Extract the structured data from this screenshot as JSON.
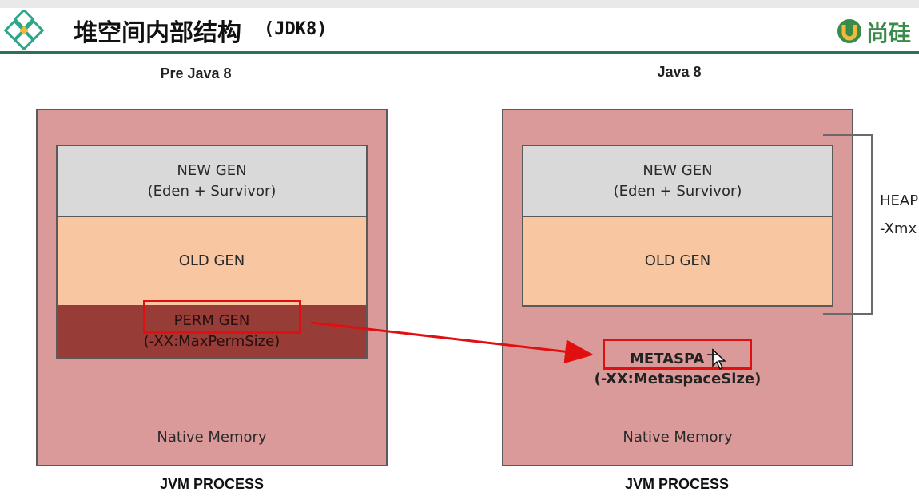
{
  "header": {
    "title": "堆空间内部结构",
    "title_suffix": "(JDK8)",
    "brand": "尚硅"
  },
  "left": {
    "heading": "Pre Java 8",
    "new_gen": "NEW GEN",
    "new_gen_detail": "(Eden + Survivor)",
    "old_gen": "OLD GEN",
    "perm_gen": "PERM GEN",
    "perm_gen_option": "(-XX:MaxPermSize)",
    "native_memory": "Native Memory",
    "process_label": "JVM PROCESS"
  },
  "right": {
    "heading": "Java 8",
    "new_gen": "NEW GEN",
    "new_gen_detail": "(Eden + Survivor)",
    "old_gen": "OLD GEN",
    "metaspace": "METASPA",
    "metaspace_option": "(-XX:MetaspaceSize)",
    "native_memory": "Native Memory",
    "process_label": "JVM PROCESS",
    "heap_label": "HEAP",
    "heap_option": "-Xmx"
  },
  "colors": {
    "jvm_fill": "#d99a99",
    "new_gen_fill": "#d9d9d9",
    "old_gen_fill": "#f8c6a0",
    "perm_gen_fill": "#973c36",
    "highlight": "#e01010",
    "header_line": "#2f6f5e"
  }
}
